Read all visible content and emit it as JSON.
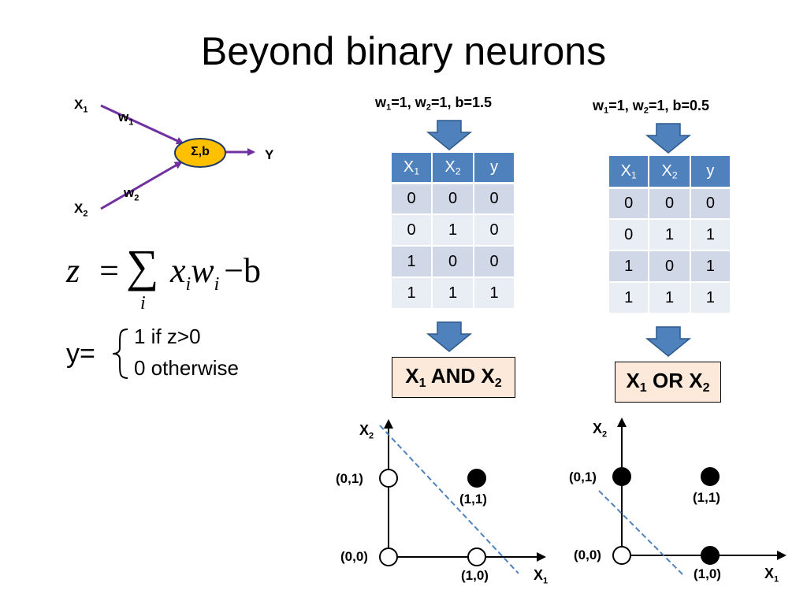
{
  "title": "Beyond binary neurons",
  "neuron": {
    "x1": "X",
    "x1_sub": "1",
    "x2": "X",
    "x2_sub": "2",
    "w1": "w",
    "w1_sub": "1",
    "w2": "w",
    "w2_sub": "2",
    "node": "Σ,b",
    "output": "Y"
  },
  "formula": {
    "z": "z",
    "equals": "=",
    "sum": "∑",
    "index": "i",
    "term": "x",
    "term_sub": "i",
    "term2": "w",
    "term2_sub": "i",
    "minus_b": "−b"
  },
  "output_rule": {
    "y_label": "y=",
    "case1": "1 if z>0",
    "case2": "0 otherwise"
  },
  "and_panel": {
    "params": {
      "w1": "w",
      "w1_sub": "1",
      "w1_val": "=1, ",
      "w2": "w",
      "w2_sub": "2",
      "w2_val": "=1, b=1.5"
    },
    "headers": [
      {
        "t": "X",
        "s": "1"
      },
      {
        "t": "X",
        "s": "2"
      },
      {
        "t": "y",
        "s": ""
      }
    ],
    "rows": [
      [
        "0",
        "0",
        "0"
      ],
      [
        "0",
        "1",
        "0"
      ],
      [
        "1",
        "0",
        "0"
      ],
      [
        "1",
        "1",
        "1"
      ]
    ],
    "result": {
      "a": "X",
      "a_sub": "1",
      "op": " AND ",
      "b": "X",
      "b_sub": "2"
    },
    "plot": {
      "ylabel": "X",
      "ylabel_sub": "2",
      "xlabel": "X",
      "xlabel_sub": "1",
      "points": [
        {
          "label": "(0,1)",
          "filled": false
        },
        {
          "label": "(1,1)",
          "filled": true
        },
        {
          "label": "(0,0)",
          "filled": false
        },
        {
          "label": "(1,0)",
          "filled": false
        }
      ]
    }
  },
  "or_panel": {
    "params": {
      "w1": "w",
      "w1_sub": "1",
      "w1_val": "=1, ",
      "w2": "w",
      "w2_sub": "2",
      "w2_val": "=1, b=0.5"
    },
    "headers": [
      {
        "t": "X",
        "s": "1"
      },
      {
        "t": "X",
        "s": "2"
      },
      {
        "t": "y",
        "s": ""
      }
    ],
    "rows": [
      [
        "0",
        "0",
        "0"
      ],
      [
        "0",
        "1",
        "1"
      ],
      [
        "1",
        "0",
        "1"
      ],
      [
        "1",
        "1",
        "1"
      ]
    ],
    "result": {
      "a": "X",
      "a_sub": "1",
      "op": " OR ",
      "b": "X",
      "b_sub": "2"
    },
    "plot": {
      "ylabel": "X",
      "ylabel_sub": "2",
      "xlabel": "X",
      "xlabel_sub": "1",
      "points": [
        {
          "label": "(0,1)",
          "filled": true
        },
        {
          "label": "(1,1)",
          "filled": true
        },
        {
          "label": "(0,0)",
          "filled": false
        },
        {
          "label": "(1,0)",
          "filled": true
        }
      ]
    }
  },
  "colors": {
    "arrow_purple": "#7030a0",
    "node_fill": "#ffc000",
    "table_header": "#4f81bd",
    "row_dark": "#d0d8e8",
    "row_light": "#e9edf4",
    "result_box": "#fde9d9",
    "down_arrow": "#4f81bd",
    "separator_line": "#4f81bd"
  }
}
